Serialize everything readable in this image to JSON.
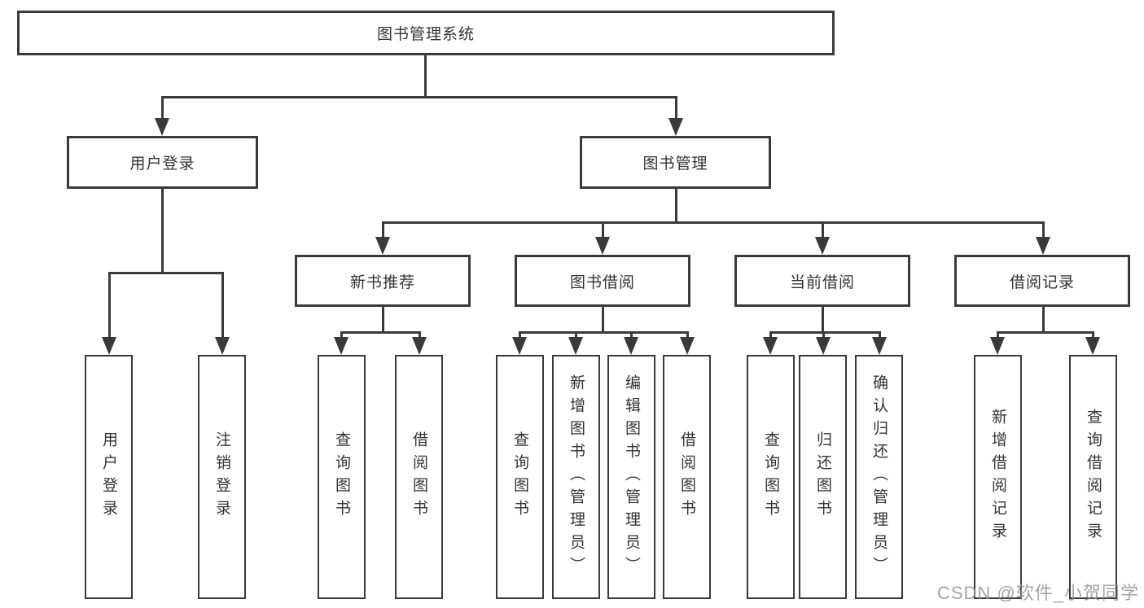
{
  "colors": {
    "line": "#3a3a3a",
    "text": "#333333",
    "watermark": "#949494"
  },
  "nodes": {
    "root": {
      "label": "图书管理系统"
    },
    "user_login": {
      "label": "用户登录"
    },
    "book_mgmt": {
      "label": "图书管理"
    },
    "new_book_rec": {
      "label": "新书推荐"
    },
    "book_borrow": {
      "label": "图书借阅"
    },
    "current_borrow": {
      "label": "当前借阅"
    },
    "borrow_record": {
      "label": "借阅记录"
    },
    "leaf_user_login": {
      "label": "用户登录"
    },
    "leaf_logout": {
      "label": "注销登录"
    },
    "leaf_nbr_query": {
      "label": "查询图书"
    },
    "leaf_nbr_borrow": {
      "label": "借阅图书"
    },
    "leaf_bb_query": {
      "label": "查询图书"
    },
    "leaf_bb_add": {
      "label": "新增图书（管理员）"
    },
    "leaf_bb_edit": {
      "label": "编辑图书（管理员）"
    },
    "leaf_bb_borrow": {
      "label": "借阅图书"
    },
    "leaf_cb_query": {
      "label": "查询图书"
    },
    "leaf_cb_return": {
      "label": "归还图书"
    },
    "leaf_cb_confirm": {
      "label": "确认归还（管理员）"
    },
    "leaf_br_add": {
      "label": "新增借阅记录"
    },
    "leaf_br_query": {
      "label": "查询借阅记录"
    }
  },
  "watermark": "CSDN @软件_小贺同学"
}
